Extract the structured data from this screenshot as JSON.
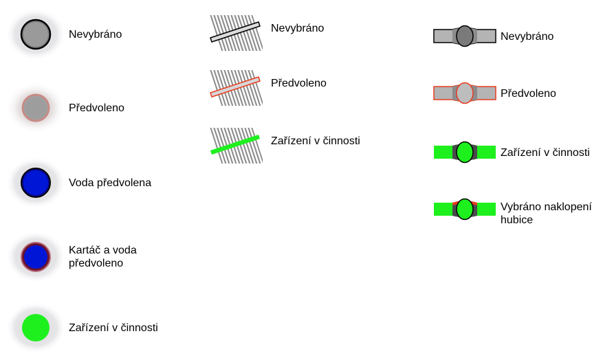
{
  "column_a": {
    "items": [
      {
        "label": "Nevybráno",
        "icon": "round-indicator-grey"
      },
      {
        "label": "Předvoleno",
        "icon": "round-indicator-preselected"
      },
      {
        "label": "Voda předvolena",
        "icon": "round-indicator-water"
      },
      {
        "label": "Kartáč a voda předvoleno",
        "icon": "round-indicator-brush-water"
      },
      {
        "label": "Zařízení v činnosti",
        "icon": "round-indicator-active"
      }
    ]
  },
  "column_b": {
    "items": [
      {
        "label": "Nevybráno",
        "icon": "brush-indicator-unselected"
      },
      {
        "label": "Předvoleno",
        "icon": "brush-indicator-preselected"
      },
      {
        "label": "Zařízení v činnosti",
        "icon": "brush-indicator-active"
      }
    ]
  },
  "column_c": {
    "items": [
      {
        "label": "Nevybráno",
        "icon": "nozzle-indicator-unselected"
      },
      {
        "label": "Předvoleno",
        "icon": "nozzle-indicator-preselected"
      },
      {
        "label": "Zařízení v činnosti",
        "icon": "nozzle-indicator-active"
      },
      {
        "label": "Vybráno naklopení hubice",
        "icon": "nozzle-indicator-tilt-selected"
      }
    ]
  },
  "colors": {
    "grey": "#999999",
    "preselected_red": "#e83b1e",
    "water_blue": "#0018d8",
    "active_green": "#1ef01e",
    "halo": "#e9e9ec"
  }
}
